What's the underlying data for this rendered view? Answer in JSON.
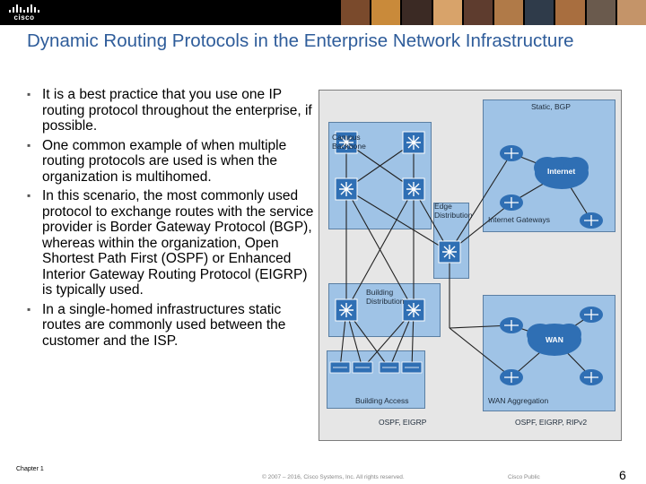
{
  "header": {
    "logo_text": "cisco",
    "photo_colors": [
      "#7a4a2c",
      "#c98a3a",
      "#3b2a24",
      "#d8a36a",
      "#5e3c2e",
      "#b07a48",
      "#2f3b4a",
      "#a86e3f",
      "#6a5a4d",
      "#c49469"
    ]
  },
  "slide": {
    "title": "Dynamic Routing Protocols in the Enterprise Network Infrastructure",
    "bullets": [
      "It is a best practice that you use one IP routing protocol throughout the enterprise, if possible.",
      "One common example of when multiple routing protocols are used is when the organization is multihomed.",
      "In this scenario, the most commonly used protocol to exchange routes with the service provider is Border Gateway Protocol (BGP), whereas within the organization, Open Shortest Path First (OSPF) or Enhanced Interior Gateway Routing Protocol (EIGRP) is typically used.",
      "In a single-homed infrastructures static routes are commonly used between the customer and the ISP."
    ]
  },
  "diagram": {
    "labels": {
      "campus": "Campus\nBackbone",
      "edge": "Edge\nDistribution",
      "building_distribution": "Building\nDistribution",
      "building_access": "Building Access",
      "static_bgp": "Static, BGP",
      "internet": "Internet",
      "internet_gateways": "Internet Gateways",
      "wan": "WAN",
      "wan_aggregation": "WAN Aggregation",
      "ospf_eigrp": "OSPF, EIGRP",
      "ospf_eigrp_ripv2": "OSPF, EIGRP, RIPv2"
    },
    "colors": {
      "zone": "#9fc3e6",
      "background": "#e6e6e6",
      "device": "#2f6fb4",
      "cloud": "#2f6fb4"
    }
  },
  "footer": {
    "chapter": "Chapter 1",
    "copyright": "© 2007 – 2016, Cisco Systems, Inc. All rights reserved.",
    "classification": "Cisco Public",
    "page": "6"
  }
}
